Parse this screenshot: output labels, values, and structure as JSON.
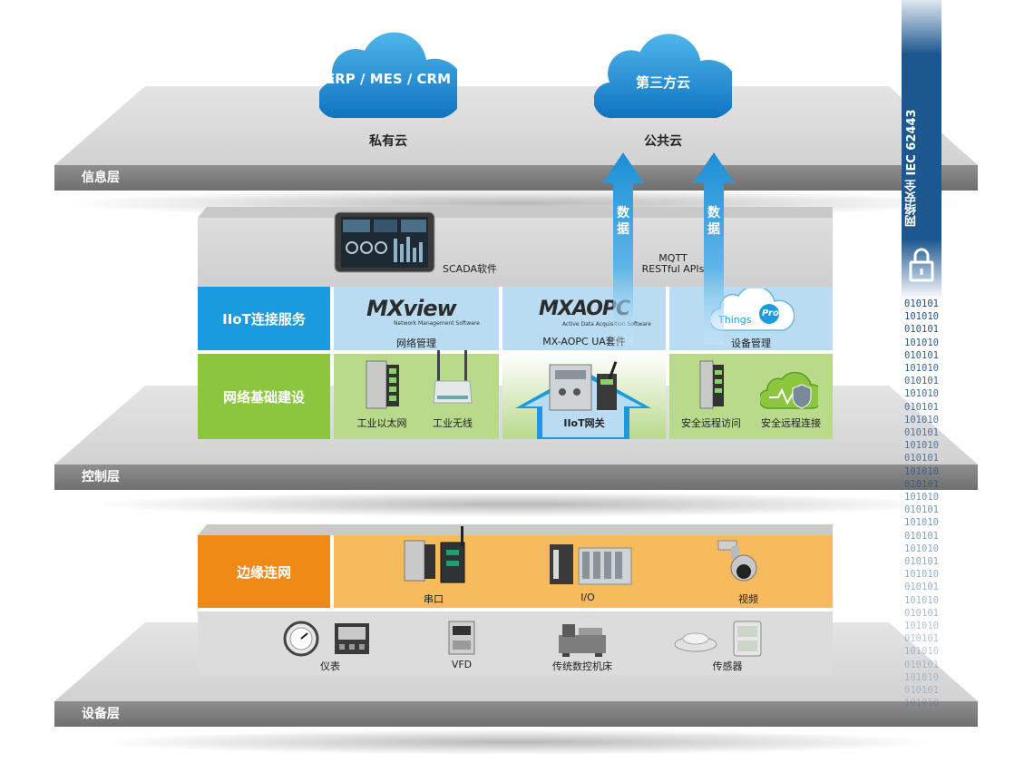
{
  "layers": {
    "info": "信息层",
    "control": "控制层",
    "device": "设备层"
  },
  "clouds": {
    "private_cloud": {
      "text": "ERP / MES / CRM",
      "caption": "私有云"
    },
    "public_cloud": {
      "text": "第三方云",
      "caption": "公共云"
    }
  },
  "arrows": {
    "left_label": "数\n据",
    "right_label": "数\n据"
  },
  "scada": {
    "label": "SCADA软件",
    "protocols_line1": "MQTT",
    "protocols_line2": "RESTful APIs"
  },
  "iiot_services": {
    "band_label": "IIoT连接服务",
    "mxview": {
      "logo": "MXview",
      "sub": "Network Management Software",
      "caption": "网络管理"
    },
    "mxaopc": {
      "logo": "MXAOPC",
      "sub": "Active Data Acquisition Software",
      "caption": "MX-AOPC UA套件"
    },
    "thingspro": {
      "logo_a": "Things",
      "logo_b": "Pro",
      "caption": "设备管理"
    }
  },
  "network_infra": {
    "band_label": "网络基础建设",
    "items": [
      {
        "caption": "工业以太网"
      },
      {
        "caption": "工业无线"
      },
      {
        "caption": "IIoT网关"
      },
      {
        "caption": "安全远程访问"
      },
      {
        "caption": "安全远程连接"
      }
    ]
  },
  "edge": {
    "band_label": "边缘连网",
    "items": [
      {
        "caption": "串口"
      },
      {
        "caption": "I/O"
      },
      {
        "caption": "视频"
      }
    ]
  },
  "field_devices": {
    "items": [
      {
        "caption": "仪表"
      },
      {
        "caption": "VFD"
      },
      {
        "caption": "传统数控机床"
      },
      {
        "caption": "传感器"
      }
    ]
  },
  "security": {
    "label": "网络安全  IEC 62443",
    "binary": [
      "010101",
      "101010",
      "010101",
      "101010",
      "010101",
      "101010",
      "010101",
      "101010",
      "010101",
      "101010",
      "010101",
      "101010",
      "010101",
      "101010",
      "010101",
      "101010",
      "010101",
      "101010",
      "010101",
      "101010",
      "010101",
      "101010",
      "010101",
      "101010",
      "010101",
      "101010",
      "010101",
      "101010",
      "010101",
      "101010",
      "010101",
      "101010"
    ]
  },
  "colors": {
    "iiot_blue": "#1a9be0",
    "light_blue": "#b9dcf3",
    "green": "#8cc63e",
    "light_green": "#b9d98b",
    "orange": "#ef8a17",
    "light_orange": "#f6bb5c",
    "grey_label": "#7a7a7a",
    "security_blue": "#1d5790"
  }
}
